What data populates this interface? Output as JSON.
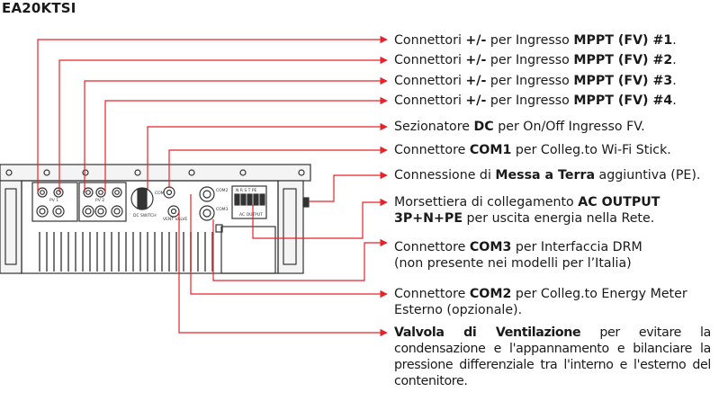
{
  "title": "EA20KTSI",
  "panel_text": {
    "pv1": "PV 1",
    "pv2": "PV 2",
    "dc_switch": "DC SWITCH",
    "com_left": "COM",
    "vent_valve": "VENT VALVE",
    "com2": "COM2",
    "com3": "COM3",
    "terminals": "N R S T PE",
    "ac_output": "AC OUTPUT"
  },
  "labels": [
    {
      "id": "mppt1",
      "parts": [
        {
          "t": "Connettori ",
          "b": false
        },
        {
          "t": "+/-",
          "b": true
        },
        {
          "t": " per Ingresso ",
          "b": false
        },
        {
          "t": "MPPT (FV) #1",
          "b": true
        },
        {
          "t": ".",
          "b": false
        }
      ]
    },
    {
      "id": "mppt2",
      "parts": [
        {
          "t": "Connettori ",
          "b": false
        },
        {
          "t": "+/-",
          "b": true
        },
        {
          "t": " per Ingresso ",
          "b": false
        },
        {
          "t": "MPPT (FV) #2",
          "b": true
        },
        {
          "t": ".",
          "b": false
        }
      ]
    },
    {
      "id": "mppt3",
      "parts": [
        {
          "t": "Connettori ",
          "b": false
        },
        {
          "t": "+/-",
          "b": true
        },
        {
          "t": " per Ingresso ",
          "b": false
        },
        {
          "t": "MPPT (FV) #3",
          "b": true
        },
        {
          "t": ".",
          "b": false
        }
      ]
    },
    {
      "id": "mppt4",
      "parts": [
        {
          "t": "Connettori ",
          "b": false
        },
        {
          "t": "+/-",
          "b": true
        },
        {
          "t": " per Ingresso ",
          "b": false
        },
        {
          "t": "MPPT (FV) #4",
          "b": true
        },
        {
          "t": ".",
          "b": false
        }
      ]
    },
    {
      "id": "dc",
      "parts": [
        {
          "t": "Sezionatore ",
          "b": false
        },
        {
          "t": "DC",
          "b": true
        },
        {
          "t": " per On/Off Ingresso FV.",
          "b": false
        }
      ]
    },
    {
      "id": "com1",
      "parts": [
        {
          "t": "Connettore ",
          "b": false
        },
        {
          "t": "COM1",
          "b": true
        },
        {
          "t": " per Colleg.to Wi-Fi Stick.",
          "b": false
        }
      ]
    },
    {
      "id": "pe",
      "parts": [
        {
          "t": "Connessione di ",
          "b": false
        },
        {
          "t": "Messa a Terra",
          "b": true
        },
        {
          "t": " aggiuntiva (PE).",
          "b": false
        }
      ]
    },
    {
      "id": "ac",
      "parts": [
        {
          "t": "Morsettiera di collegamento ",
          "b": false
        },
        {
          "t": "AC OUTPUT",
          "b": true
        },
        {
          "t": "\n",
          "b": false
        },
        {
          "t": "3P+N+PE",
          "b": true
        },
        {
          "t": " per uscita energia nella Rete.",
          "b": false
        }
      ]
    },
    {
      "id": "com3",
      "parts": [
        {
          "t": "Connettore ",
          "b": false
        },
        {
          "t": "COM3",
          "b": true
        },
        {
          "t": " per Interfaccia DRM",
          "b": false
        },
        {
          "t": "\n",
          "b": false
        },
        {
          "t": "(non presente nei modelli per l’Italia)",
          "b": false
        }
      ]
    },
    {
      "id": "com2",
      "parts": [
        {
          "t": "Connettore ",
          "b": false
        },
        {
          "t": "COM2",
          "b": true
        },
        {
          "t": " per Colleg.to Energy Meter",
          "b": false
        },
        {
          "t": "\n",
          "b": false
        },
        {
          "t": "Esterno (opzionale).",
          "b": false
        }
      ]
    },
    {
      "id": "vent",
      "parts": [
        {
          "t": "Valvola di Ventilazione",
          "b": true
        },
        {
          "t": " per evitare la condensazione e l'appannamento e bilanciare la pressione differenziale tra l'interno e l'esterno del contenitore.",
          "b": false
        }
      ]
    }
  ],
  "colors": {
    "leader": "#e8222a",
    "drawing": "#333333"
  }
}
